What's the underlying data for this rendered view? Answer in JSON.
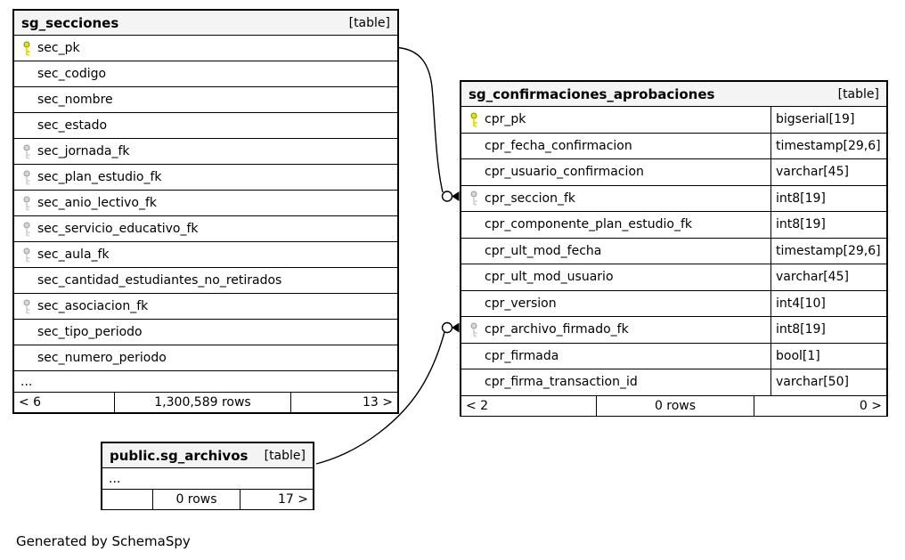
{
  "page": {
    "footer_note": "Generated by SchemaSpy",
    "background": "#ffffff"
  },
  "colors": {
    "pk_key_fill": "#e3e300",
    "pk_key_stroke": "#8f8f00",
    "fk_key_fill": "#d6d6d6",
    "fk_key_stroke": "#9b9b9b",
    "header_bg": "#f4f4f4",
    "line": "#000000"
  },
  "tables": {
    "secciones": {
      "title": "sg_secciones",
      "badge": "[table]",
      "columns": [
        {
          "name": "sec_pk",
          "key": "pk"
        },
        {
          "name": "sec_codigo",
          "key": null
        },
        {
          "name": "sec_nombre",
          "key": null
        },
        {
          "name": "sec_estado",
          "key": null
        },
        {
          "name": "sec_jornada_fk",
          "key": "fk"
        },
        {
          "name": "sec_plan_estudio_fk",
          "key": "fk"
        },
        {
          "name": "sec_anio_lectivo_fk",
          "key": "fk"
        },
        {
          "name": "sec_servicio_educativo_fk",
          "key": "fk"
        },
        {
          "name": "sec_aula_fk",
          "key": "fk"
        },
        {
          "name": "sec_cantidad_estudiantes_no_retirados",
          "key": null
        },
        {
          "name": "sec_asociacion_fk",
          "key": "fk"
        },
        {
          "name": "sec_tipo_periodo",
          "key": null
        },
        {
          "name": "sec_numero_periodo",
          "key": null
        }
      ],
      "ellipsis": "...",
      "footer": {
        "left": "< 6",
        "center": "1,300,589 rows",
        "right": "13 >"
      }
    },
    "confirmaciones": {
      "title": "sg_confirmaciones_aprobaciones",
      "badge": "[table]",
      "columns": [
        {
          "name": "cpr_pk",
          "type": "bigserial[19]",
          "key": "pk"
        },
        {
          "name": "cpr_fecha_confirmacion",
          "type": "timestamp[29,6]",
          "key": null
        },
        {
          "name": "cpr_usuario_confirmacion",
          "type": "varchar[45]",
          "key": null
        },
        {
          "name": "cpr_seccion_fk",
          "type": "int8[19]",
          "key": "fk"
        },
        {
          "name": "cpr_componente_plan_estudio_fk",
          "type": "int8[19]",
          "key": null
        },
        {
          "name": "cpr_ult_mod_fecha",
          "type": "timestamp[29,6]",
          "key": null
        },
        {
          "name": "cpr_ult_mod_usuario",
          "type": "varchar[45]",
          "key": null
        },
        {
          "name": "cpr_version",
          "type": "int4[10]",
          "key": null
        },
        {
          "name": "cpr_archivo_firmado_fk",
          "type": "int8[19]",
          "key": "fk"
        },
        {
          "name": "cpr_firmada",
          "type": "bool[1]",
          "key": null
        },
        {
          "name": "cpr_firma_transaction_id",
          "type": "varchar[50]",
          "key": null
        }
      ],
      "footer": {
        "left": "< 2",
        "center": "0 rows",
        "right": "0 >"
      }
    },
    "archivos": {
      "title": "public.sg_archivos",
      "badge": "[table]",
      "columns": [],
      "ellipsis": "...",
      "footer": {
        "left": "",
        "center": "0 rows",
        "right": "17 >"
      }
    }
  },
  "relationships": [
    {
      "from_table": "sg_secciones",
      "from_column": "sec_pk",
      "to_table": "sg_confirmaciones_aprobaciones",
      "to_column": "cpr_seccion_fk"
    },
    {
      "from_table": "public.sg_archivos",
      "from_column": "",
      "to_table": "sg_confirmaciones_aprobaciones",
      "to_column": "cpr_archivo_firmado_fk"
    }
  ]
}
